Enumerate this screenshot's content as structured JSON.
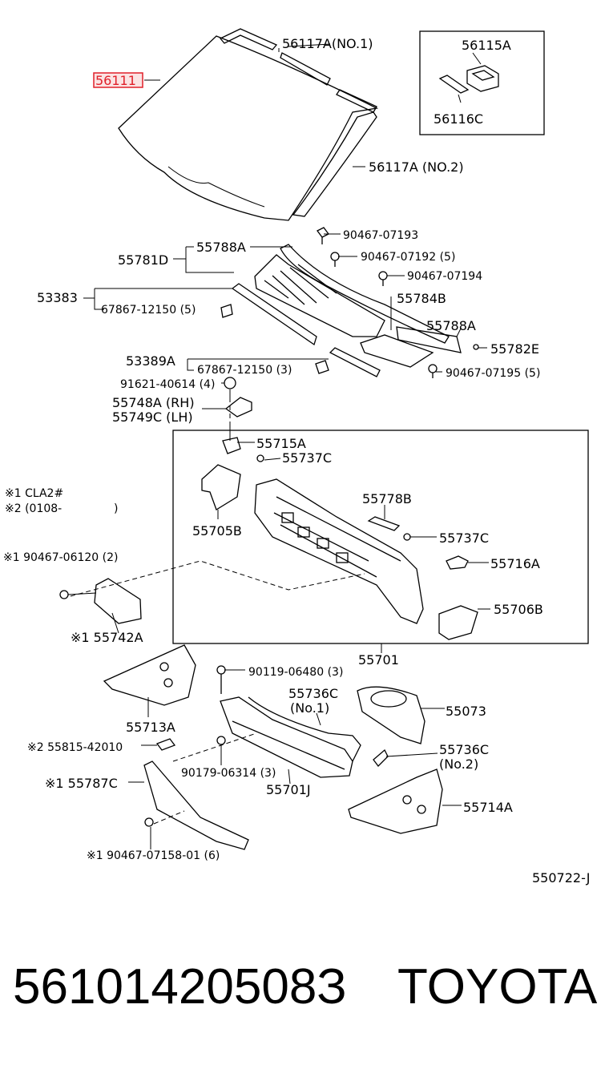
{
  "diagram": {
    "highlight_color": "#e0202a",
    "highlight_fill": "#fbe3e3",
    "part_code": "550722-J",
    "notes": {
      "n1": "※1 CLA2#",
      "n2": "※2 (0108-",
      "n2_close": ")"
    },
    "labels": {
      "p56111": "56111",
      "p56117a_no1": "56117A(NO.1)",
      "p56115a": "56115A",
      "p56116c": "56116C",
      "p56117a_no2": "56117A (NO.2)",
      "p90467_07193": "90467-07193",
      "p55788a_top": "55788A",
      "p55781d": "55781D",
      "p90467_07192": "90467-07192 (5)",
      "p90467_07194": "90467-07194",
      "p53383": "53383",
      "p67867_12150_5": "67867-12150 (5)",
      "p55784b": "55784B",
      "p55788a_right": "55788A",
      "p55782e": "55782E",
      "p53389a": "53389A",
      "p67867_12150_3": "67867-12150 (3)",
      "p90467_07195": "90467-07195 (5)",
      "p91621_40614": "91621-40614 (4)",
      "p55748a": "55748A (RH)",
      "p55749c": "55749C (LH)",
      "p55715a": "55715A",
      "p55737c_top": "55737C",
      "p55778b": "55778B",
      "p55705b": "55705B",
      "p55737c_right": "55737C",
      "p90467_06120": "※1 90467-06120 (2)",
      "p55716a": "55716A",
      "p55706b": "55706B",
      "p55742a": "※1 55742A",
      "p55701": "55701",
      "p90119_06480": "90119-06480 (3)",
      "p55736c_no1": "55736C",
      "p55736c_no1_sub": "(No.1)",
      "p55073": "55073",
      "p55713a": "55713A",
      "p55815": "※2 55815-42010",
      "p55736c_no2": "55736C",
      "p55736c_no2_sub": "(No.2)",
      "p90179_06314": "90179-06314 (3)",
      "p55787c": "※1 55787C",
      "p55701j": "55701J",
      "p55714a": "55714A",
      "p90467_07158": "※1 90467-07158-01 (6)"
    }
  },
  "footer": {
    "part_number": "56101420508З",
    "brand": "TOYOTA"
  }
}
